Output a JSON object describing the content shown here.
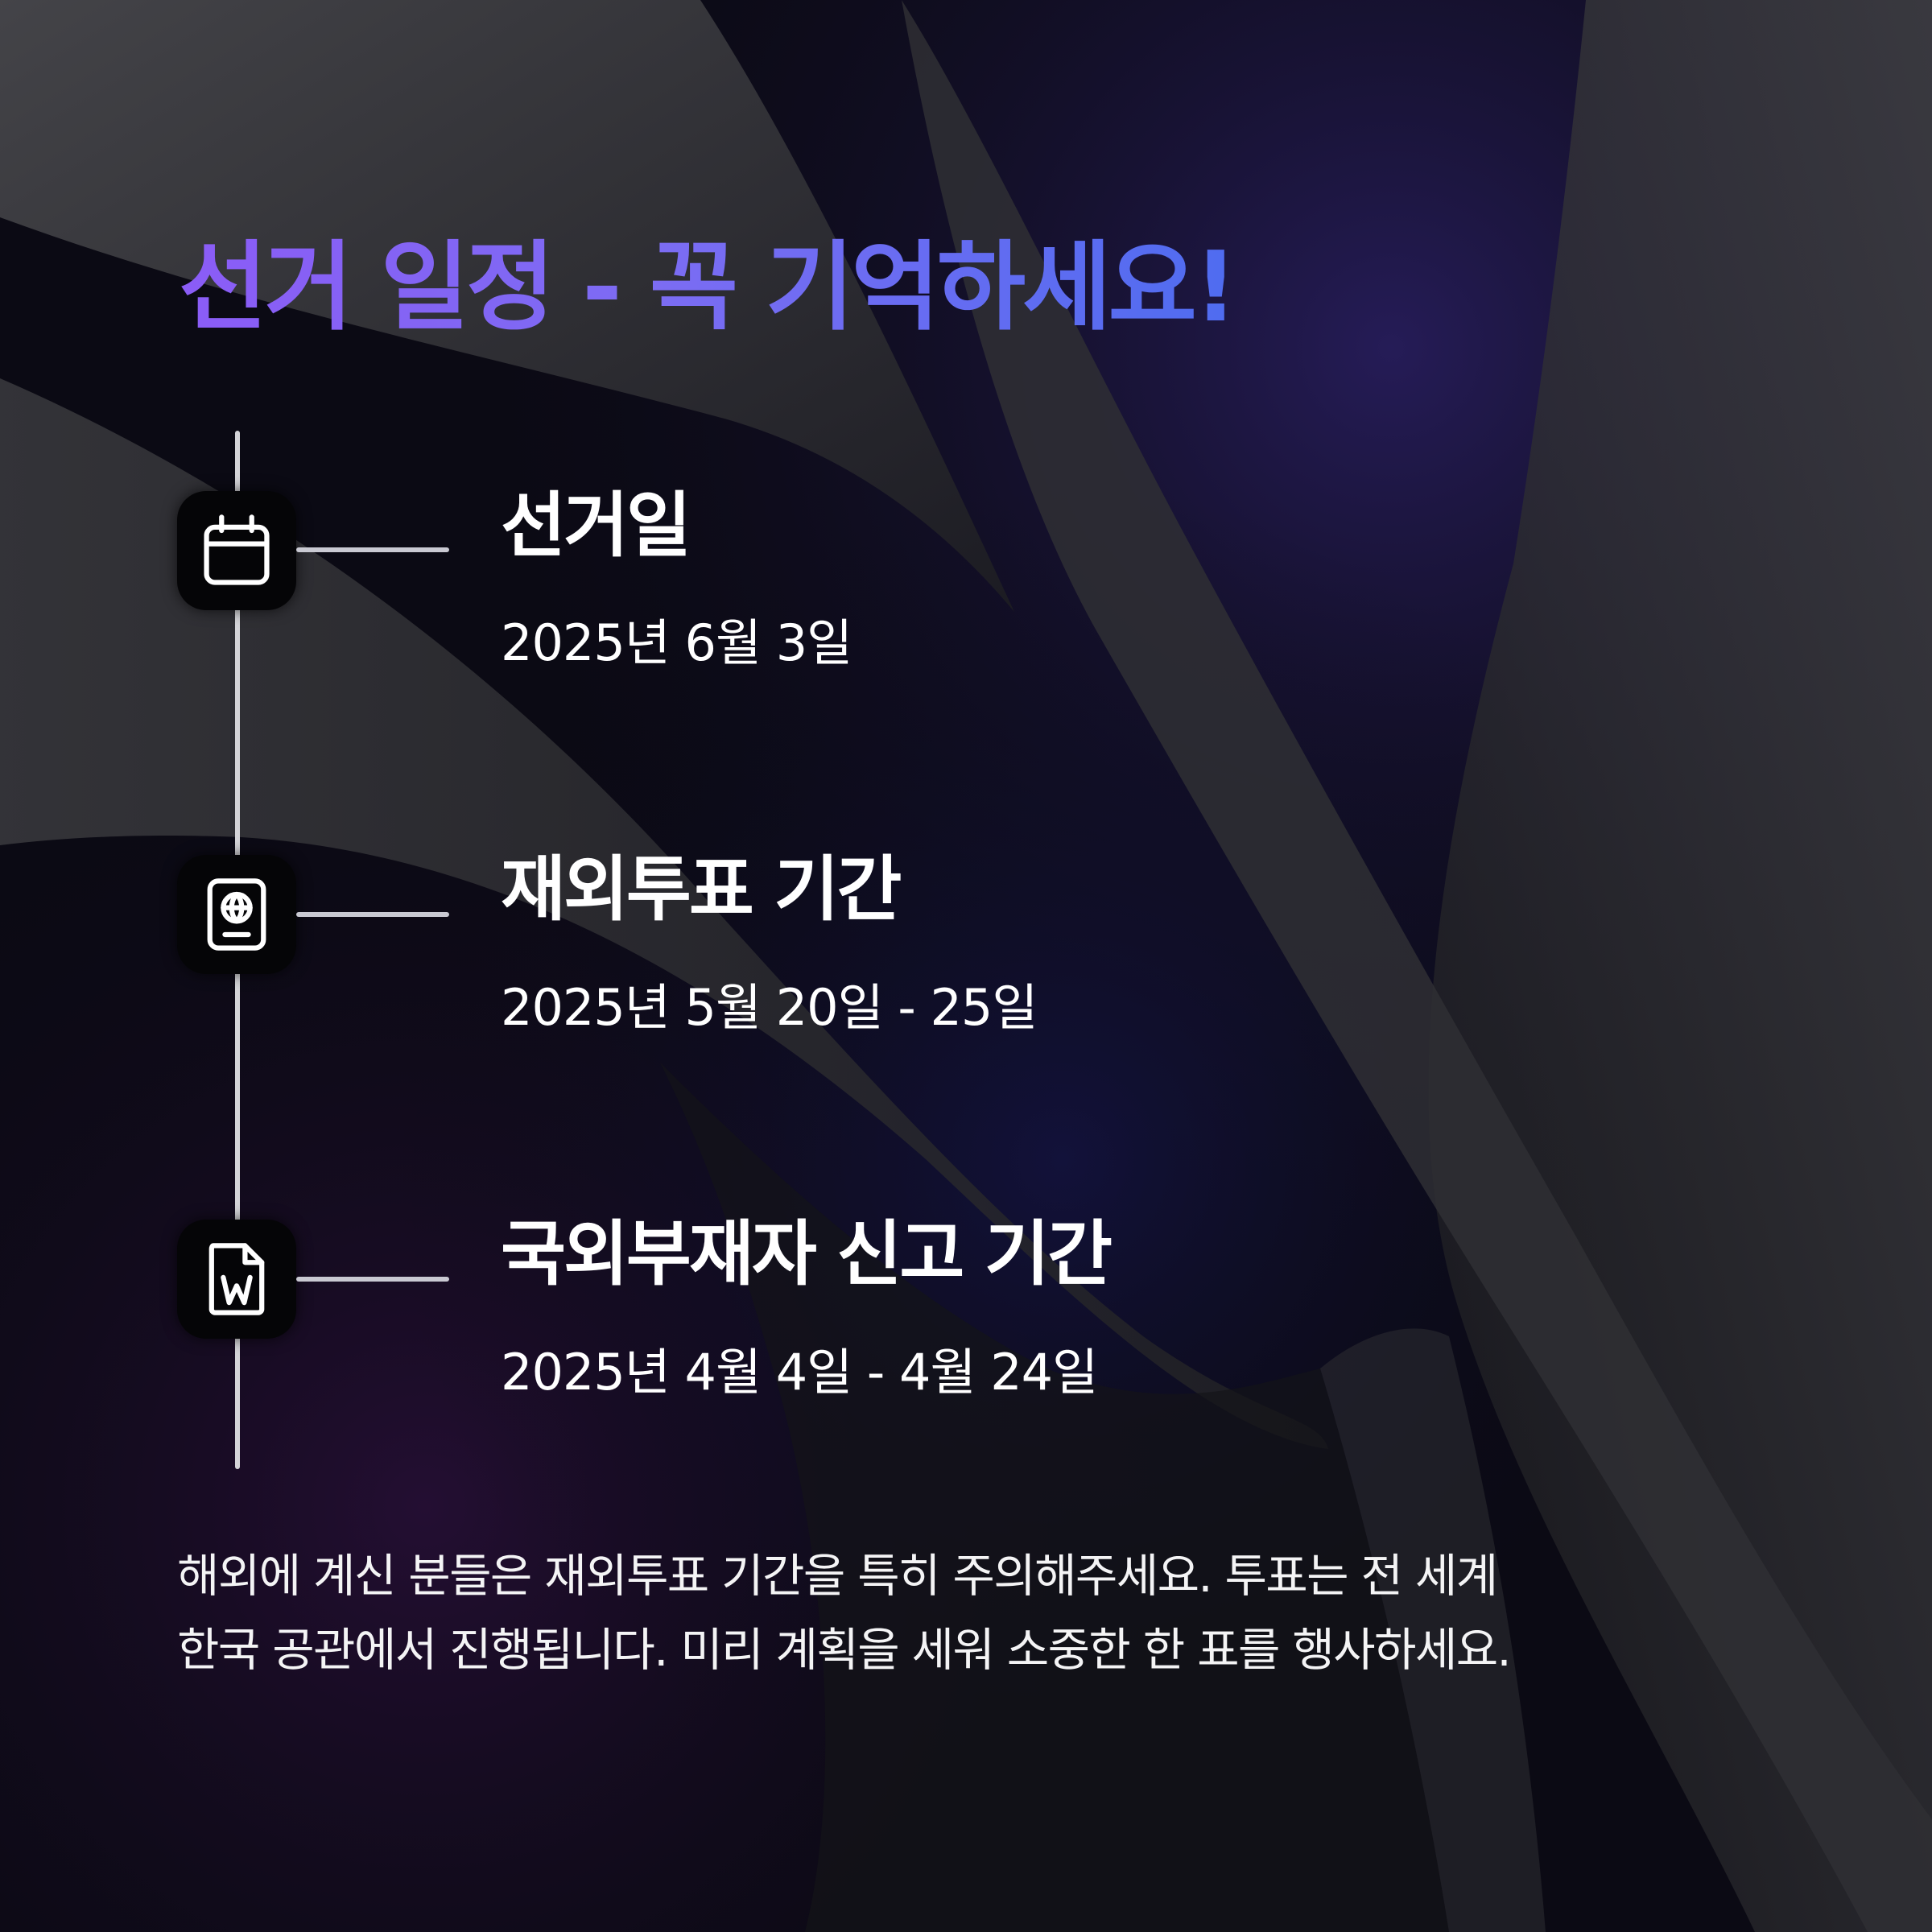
{
  "headline": "선거 일정 - 꼭 기억하세요!",
  "timeline": [
    {
      "icon": "calendar-icon",
      "title": "선거일",
      "date": "2025년 6월 3일"
    },
    {
      "icon": "passport-globe-icon",
      "title": "재외투표 기간",
      "date": "2025년 5월 20일 - 25일"
    },
    {
      "icon": "document-w-icon",
      "title": "국외부재자 신고 기간",
      "date": "2025년 4월 4일 - 4월 24일"
    }
  ],
  "footnote": {
    "line1": "해외에 계신 분들은 재외투표 기간을 특히 주의해주세요. 투표는 전 세계",
    "line2": "한국 공관에서 진행됩니다. 미리 계획을 세워 소중한 한 표를 행사하세요."
  },
  "colors": {
    "headline_gradient_start": "#8b5cf6",
    "headline_gradient_end": "#4f6cf0",
    "background": "#0b0a14",
    "text": "#ffffff"
  }
}
